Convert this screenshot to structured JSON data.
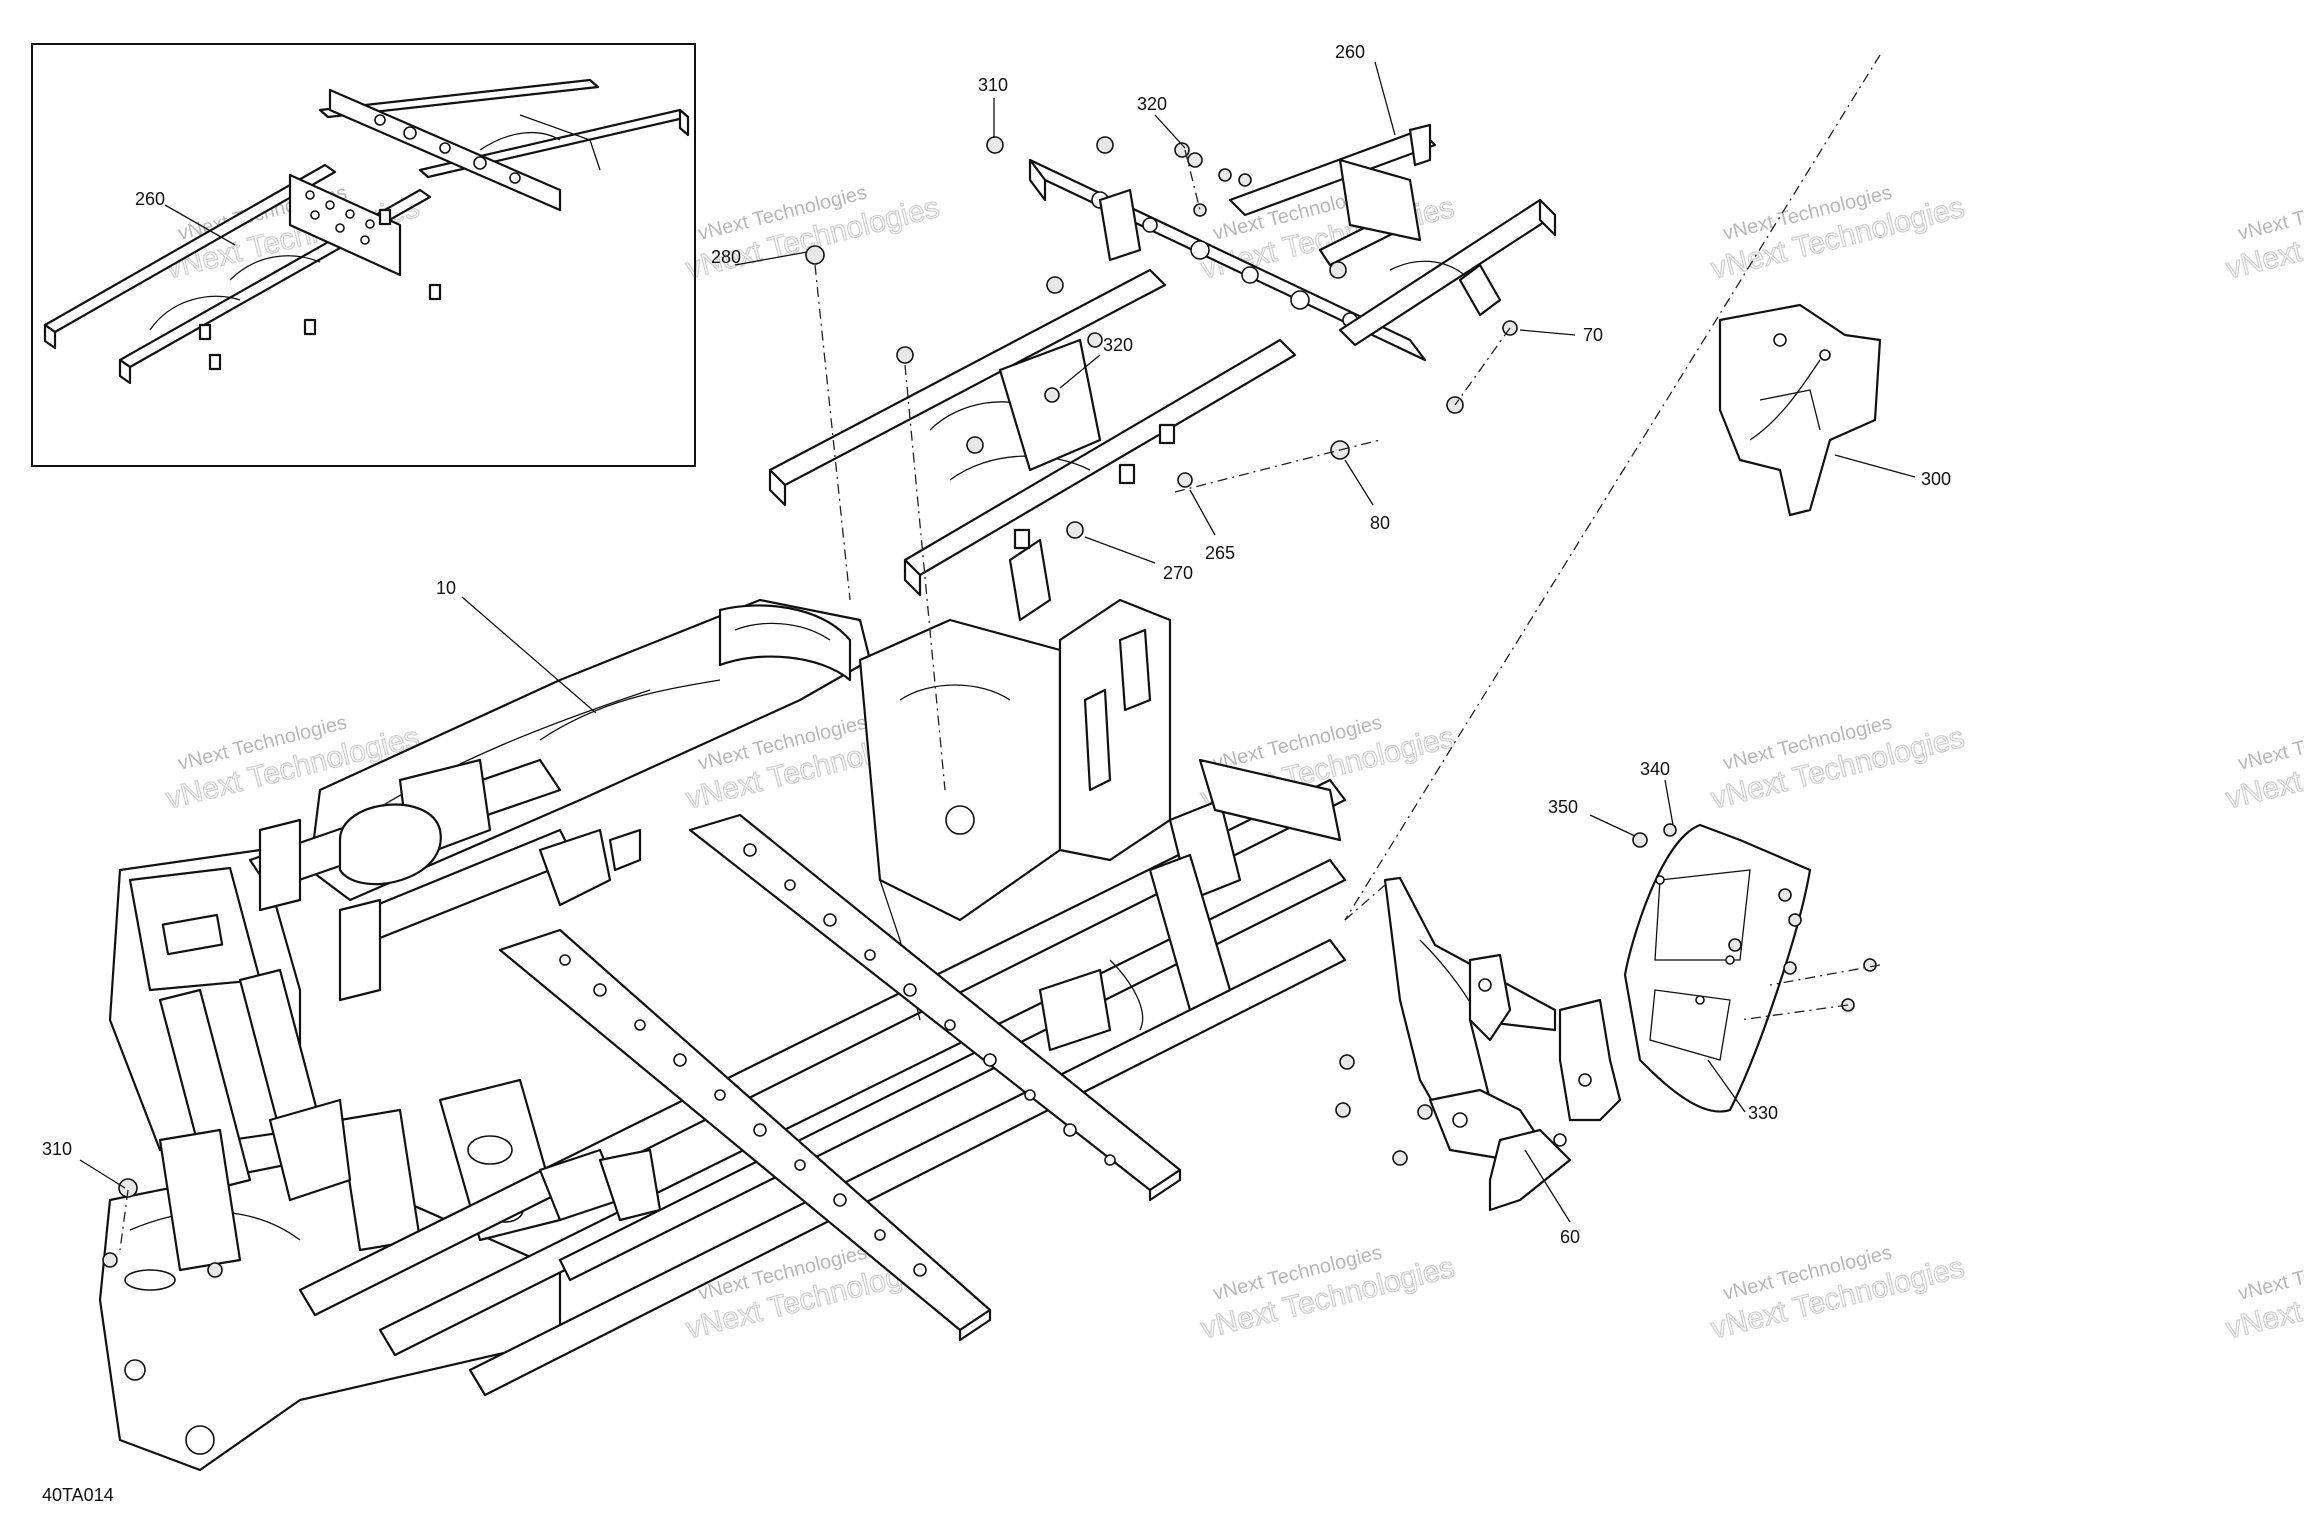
{
  "figure_code": "40TA014",
  "watermark": {
    "line1": "vNext Technologies",
    "line2": "vNext Technologies"
  },
  "callouts": {
    "c10": "10",
    "c60": "60",
    "c70": "70",
    "c80": "80",
    "c260_top": "260",
    "c260_inset": "260",
    "c265": "265",
    "c270": "270",
    "c280": "280",
    "c300": "300",
    "c310_top": "310",
    "c310_bottom": "310",
    "c320_top": "320",
    "c320_mid": "320",
    "c330": "330",
    "c340": "340",
    "c350": "350"
  },
  "icons": [
    "frame-assembly",
    "rear-subframe",
    "bracket",
    "skid-plate",
    "fastener"
  ]
}
